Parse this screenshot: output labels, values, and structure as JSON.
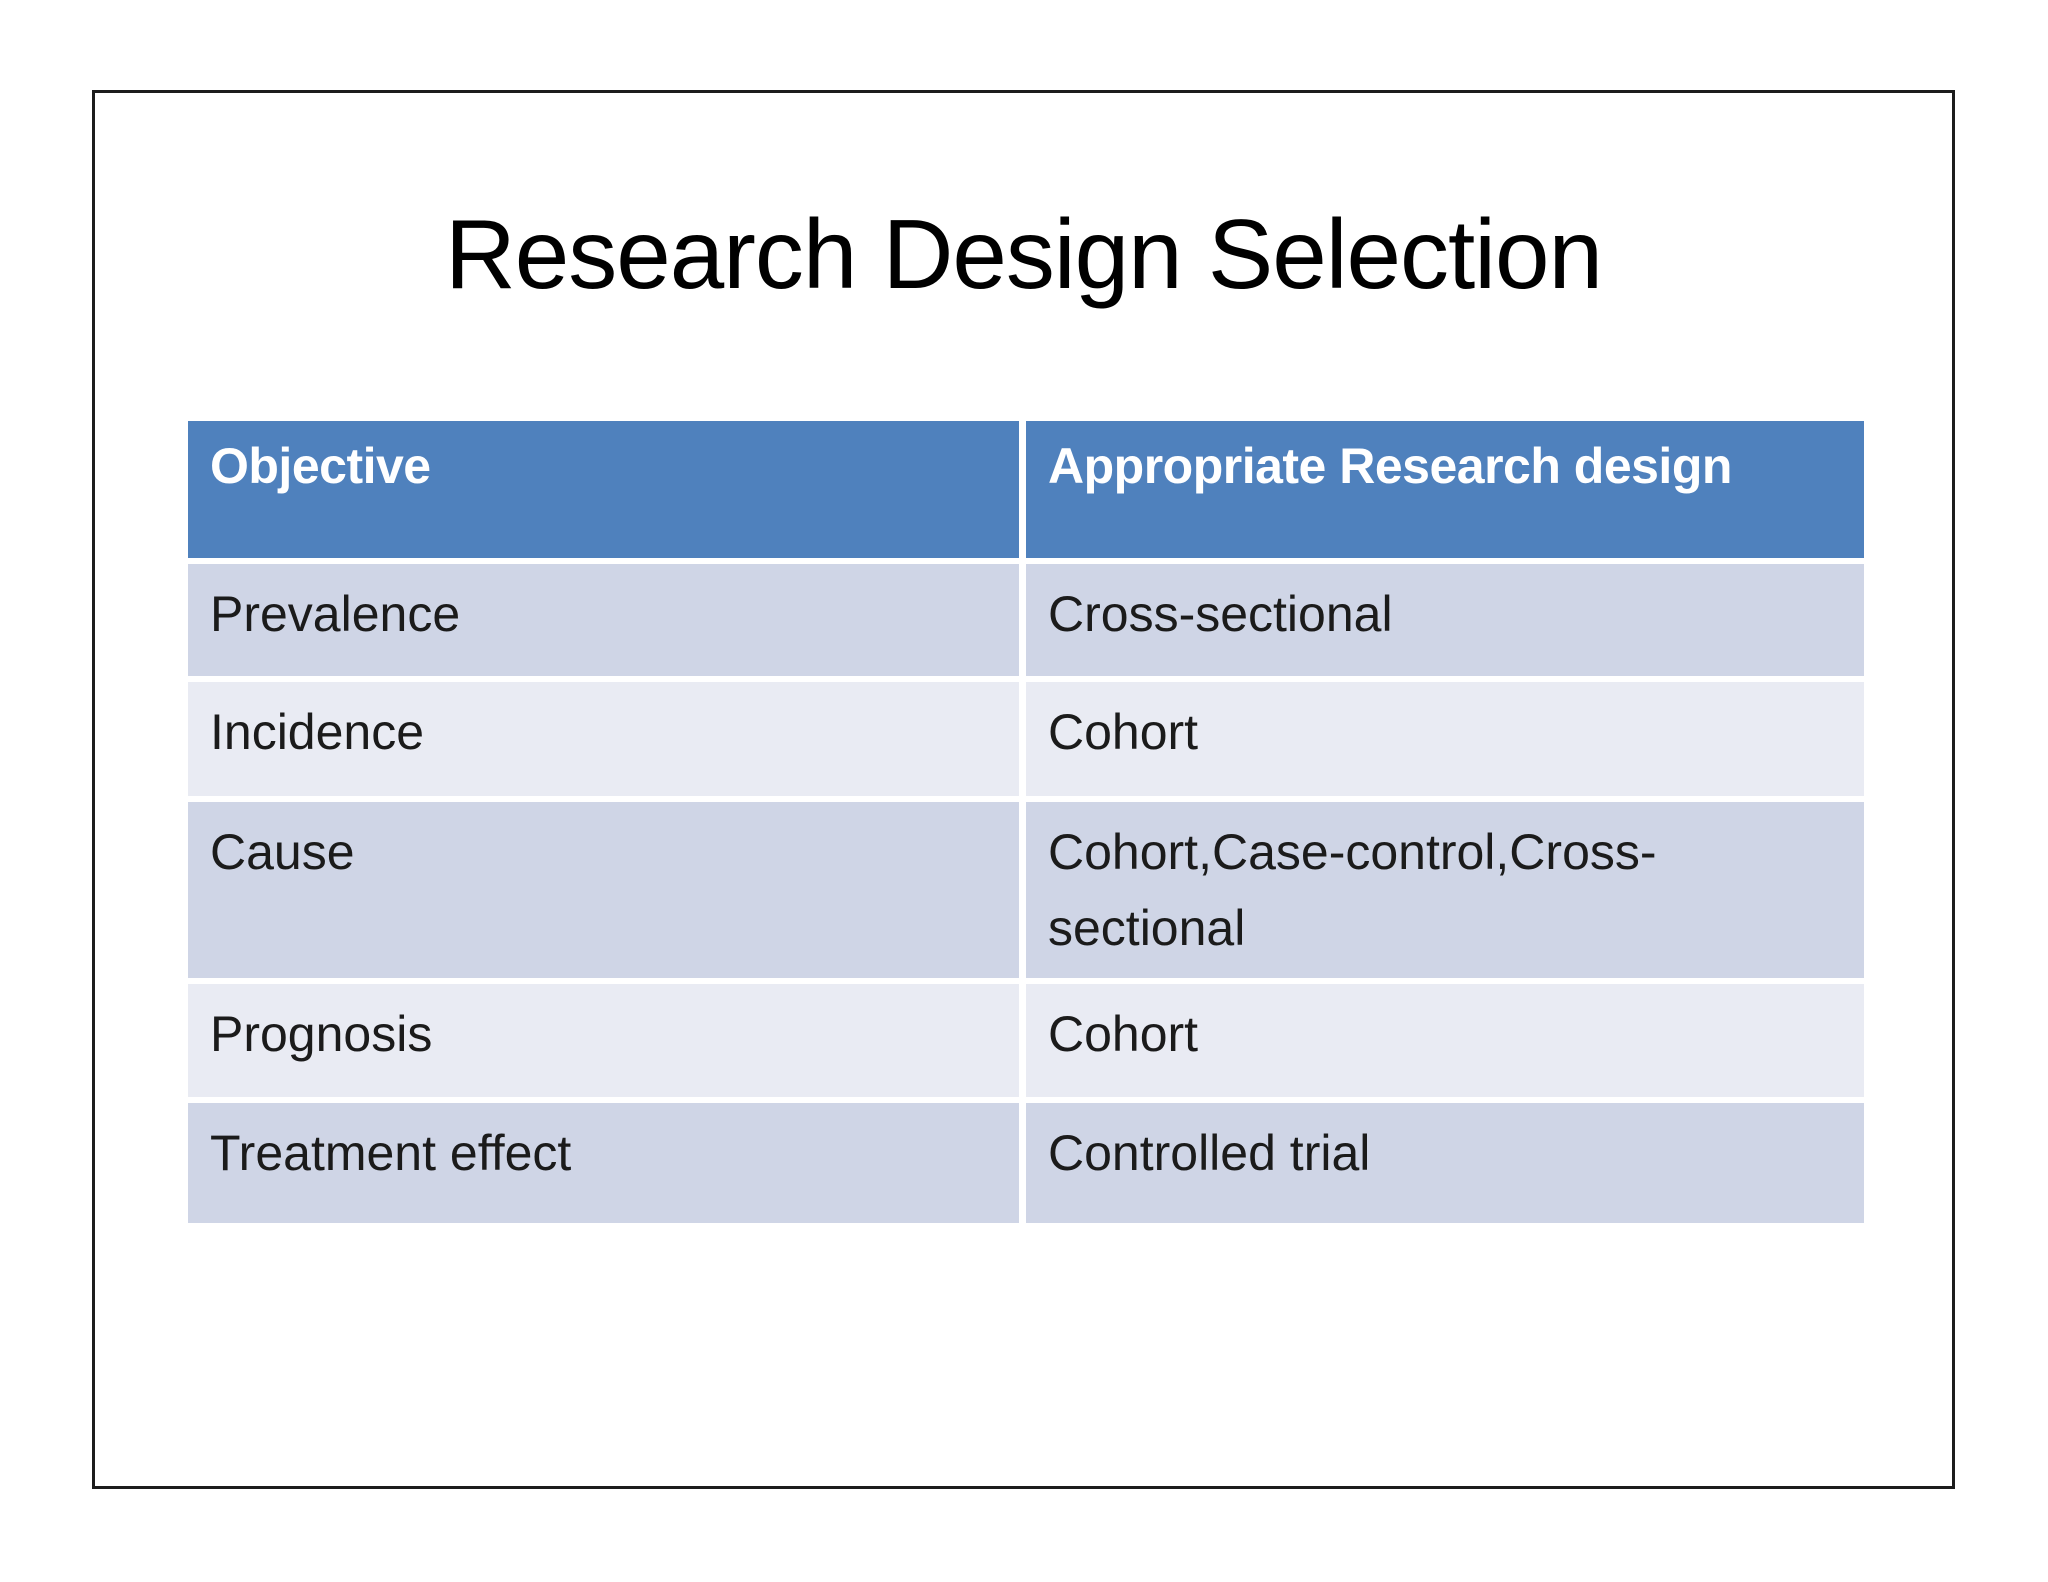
{
  "slide": {
    "title": "Research Design Selection"
  },
  "table": {
    "headers": [
      "Objective",
      "Appropriate Research design"
    ],
    "rows": [
      {
        "objective": "Prevalence",
        "design": "Cross-sectional"
      },
      {
        "objective": "Incidence",
        "design": "Cohort"
      },
      {
        "objective": "Cause",
        "design": "Cohort,Case-control,Cross-sectional"
      },
      {
        "objective": "Prognosis",
        "design": "Cohort"
      },
      {
        "objective": "Treatment effect",
        "design": "Controlled trial"
      }
    ]
  },
  "colors": {
    "header_bg": "#4f81bd",
    "band_dark": "#cfd5e6",
    "band_light": "#e9ebf3",
    "header_text": "#ffffff",
    "body_text": "#1b1b1b",
    "slide_border": "#1c1c1c",
    "page_bg": "#ffffff"
  }
}
